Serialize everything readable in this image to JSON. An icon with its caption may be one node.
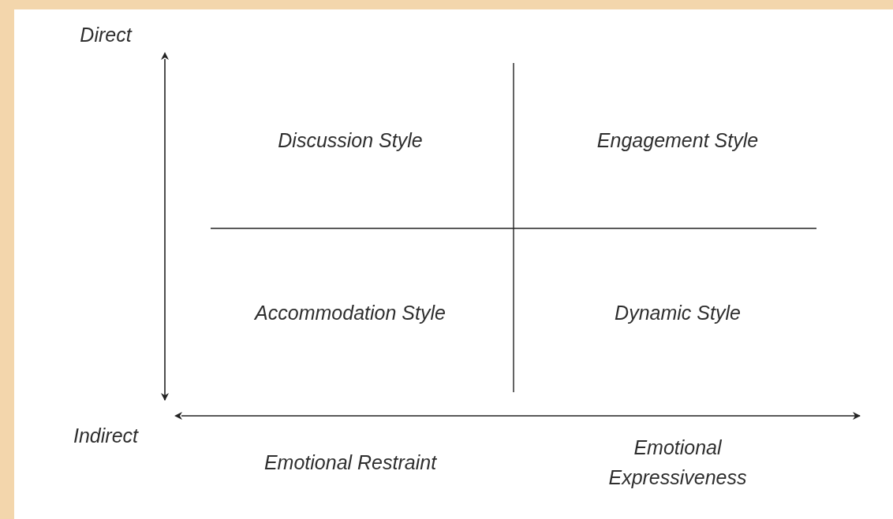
{
  "diagram": {
    "labels": [
      "Direct",
      "Discussion Style",
      "Engagement Style",
      "Accommodation Style",
      "Dynamic Style",
      "Indirect",
      "Emotional Restraint",
      "Emotional Expressiveness"
    ]
  }
}
